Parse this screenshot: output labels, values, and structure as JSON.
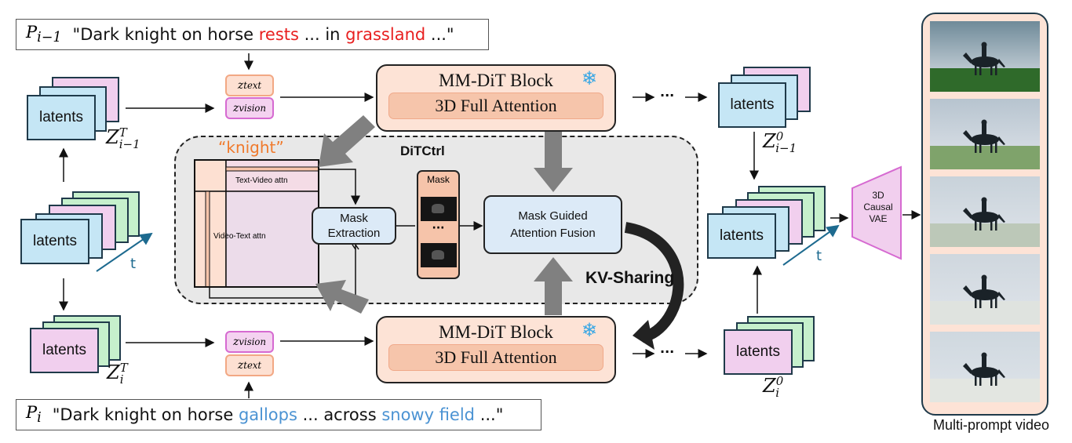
{
  "prompts": {
    "prev": {
      "var": "P",
      "sub": "i−1",
      "segments": [
        {
          "text": "\"Dark knight on horse ",
          "color": "#111111"
        },
        {
          "text": "rests",
          "color": "#e81f1f"
        },
        {
          "text": " ... in ",
          "color": "#111111"
        },
        {
          "text": "grassland",
          "color": "#e81f1f"
        },
        {
          "text": " ...\"",
          "color": "#111111"
        }
      ]
    },
    "curr": {
      "var": "P",
      "sub": "i",
      "segments": [
        {
          "text": "\"Dark knight on horse ",
          "color": "#111111"
        },
        {
          "text": "gallops",
          "color": "#4b93d3"
        },
        {
          "text": " ... across ",
          "color": "#111111"
        },
        {
          "text": "snowy field",
          "color": "#4b93d3"
        },
        {
          "text": " ...\"",
          "color": "#111111"
        }
      ]
    }
  },
  "latents": {
    "label": "latents",
    "top_left": {
      "z": "Z",
      "sup": "T",
      "sub": "i−1"
    },
    "bottom_left": {
      "z": "Z",
      "sup": "T",
      "sub": "i"
    },
    "top_right": {
      "z": "Z",
      "sup": "0",
      "sub": "i−1"
    },
    "bottom_right": {
      "z": "Z",
      "sup": "0",
      "sub": "i"
    },
    "time_axis": "t"
  },
  "tokens": {
    "text": "z",
    "text_sub": "text",
    "vision": "z",
    "vision_sub": "vision"
  },
  "mmdit": {
    "title": "MM-DiT Block",
    "inner": "3D Full Attention",
    "frozen_icon": "snowflake-icon",
    "frozen_glyph": "❄"
  },
  "ditctrl": {
    "title": "DiTCtrl",
    "token_label": "“knight”",
    "text_video_attn": "Text-Video attn",
    "video_text_attn": "Video-Text attn",
    "mask_extraction": [
      "Mask",
      "Extraction"
    ],
    "mask_label": "Mask",
    "mask_ellipsis": "···",
    "fusion": [
      "Mask Guided",
      "Attention Fusion"
    ],
    "kv_sharing": "KV-Sharing"
  },
  "ellipsis": "···",
  "vae": {
    "lines": [
      "3D",
      "Causal",
      "VAE"
    ]
  },
  "video": {
    "caption": "Multi-prompt video",
    "frames": [
      {
        "scene": "grassland",
        "sky": "#6f8a99",
        "ground": "#2f6a2a"
      },
      {
        "scene": "grassland-fading",
        "sky": "#b7c4cf",
        "ground": "#7fa36b"
      },
      {
        "scene": "transition",
        "sky": "#c8d2da",
        "ground": "#bcc8b8"
      },
      {
        "scene": "snowy-field",
        "sky": "#cfd7de",
        "ground": "#dfe3df"
      },
      {
        "scene": "snowy-field",
        "sky": "#cfd8df",
        "ground": "#e3e6e1"
      }
    ]
  },
  "colors": {
    "latent_blue": "#c5e6f5",
    "latent_pink": "#f1cfee",
    "latent_green": "#c6f0cc",
    "mmdit_bg": "#fde3d6",
    "mmdit_inner": "#f6c5ab",
    "ditctrl_bg": "#e8e8e8",
    "knight_orange": "#f07a2c",
    "time_arrow": "#1d6a8f",
    "vae_pink": "#f1cfee",
    "vae_border": "#d66ad1"
  }
}
